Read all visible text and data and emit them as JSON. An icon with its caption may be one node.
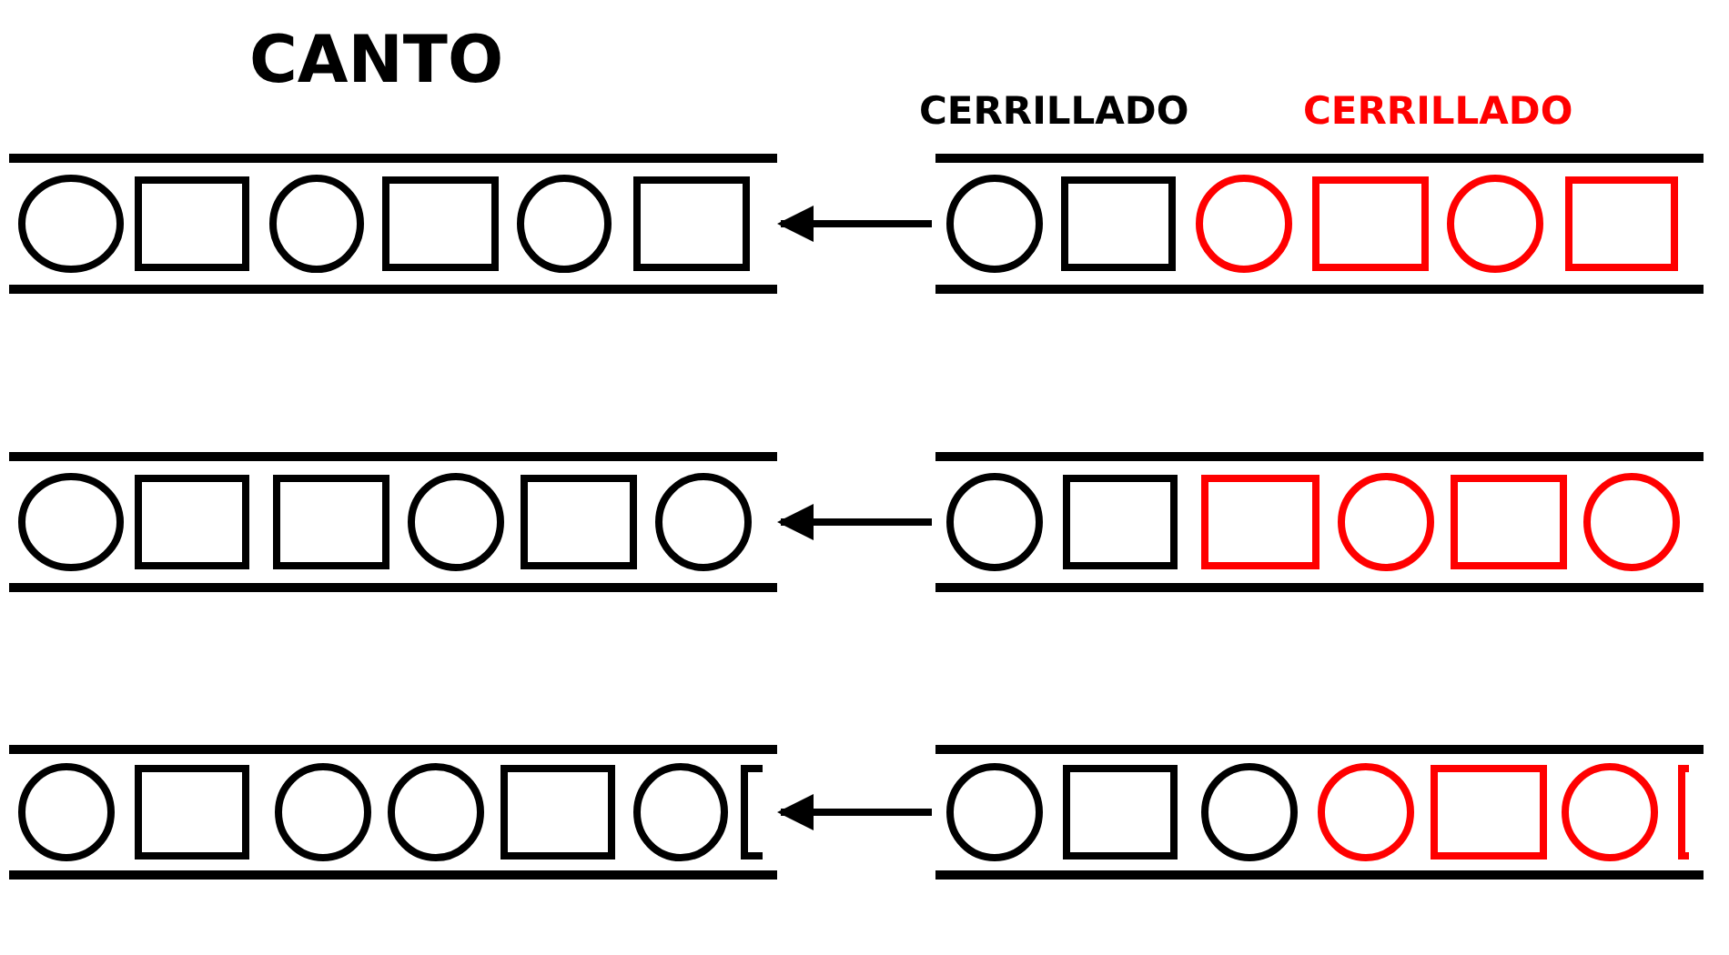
{
  "diagram": {
    "nodes": [
      {
        "text": [],
        "shape": "bar"
      },
      {
        "text": [],
        "shape": "bar"
      },
      {
        "text": [],
        "shape": "bar"
      },
      {
        "text": [],
        "shape": "bar"
      },
      {
        "text": [],
        "shape": "bar"
      },
      {
        "text": [],
        "shape": "bar"
      }
    ],
    "edges": [
      {
        "from": 1,
        "to": 0,
        "arrow": "to"
      },
      {
        "from": 3,
        "to": 2,
        "arrow": "to"
      },
      {
        "from": 5,
        "to": 4,
        "arrow": "to"
      }
    ],
    "labels": [
      "CANTO",
      "CERRILLADO",
      "CERRILLADO"
    ]
  }
}
